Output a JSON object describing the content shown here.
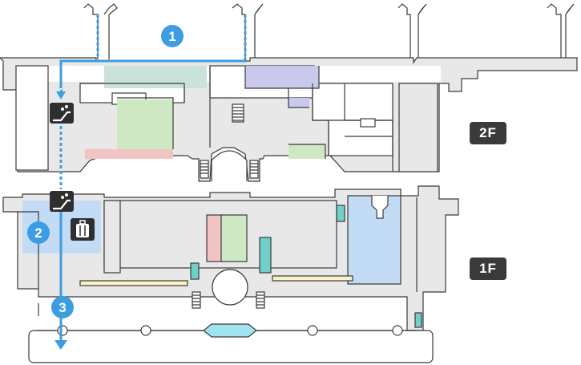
{
  "floors": [
    {
      "id": "2f",
      "label": "2F"
    },
    {
      "id": "1f",
      "label": "1F"
    }
  ],
  "route_steps": [
    {
      "number": "1"
    },
    {
      "number": "2"
    },
    {
      "number": "3"
    }
  ],
  "icons": {
    "escalator": "escalator-icon",
    "luggage": "luggage-icon"
  },
  "colors": {
    "route": "#3d9de0",
    "wall": "#3a3a3a",
    "floor_fill": "#e8e8e8",
    "green_area": "#cfe8c4",
    "teal_area": "#c9e3d9",
    "purple_area": "#c9c9ee",
    "pink_area": "#f1c3c3",
    "blue_area": "#c3dcf5",
    "cyan_area": "#6fd0c9",
    "badge": "#3a3a3a"
  }
}
